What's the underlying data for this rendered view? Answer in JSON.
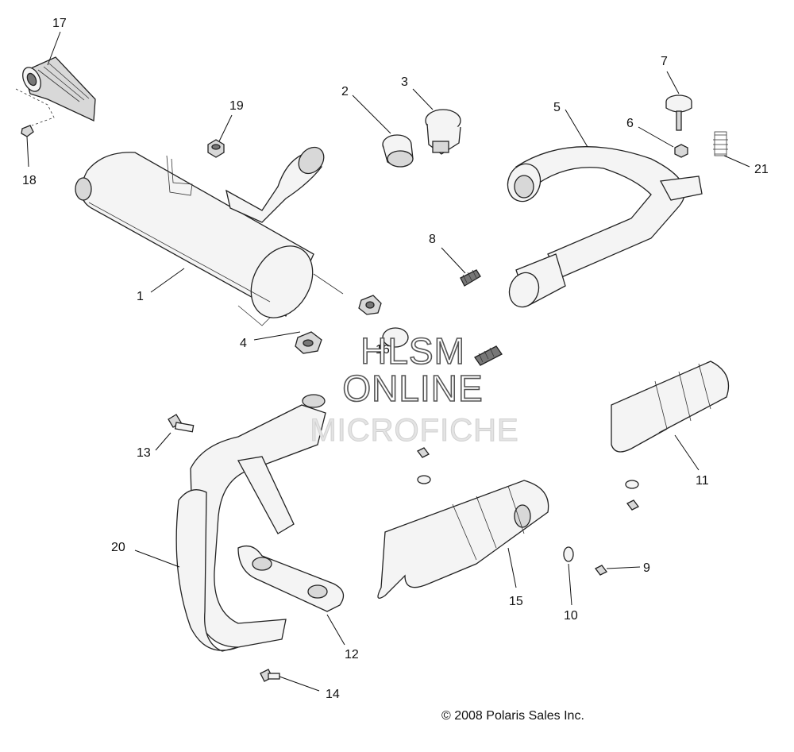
{
  "callouts": [
    {
      "id": "17",
      "label": "17"
    },
    {
      "id": "18",
      "label": "18"
    },
    {
      "id": "19",
      "label": "19"
    },
    {
      "id": "1",
      "label": "1"
    },
    {
      "id": "2",
      "label": "2"
    },
    {
      "id": "3",
      "label": "3"
    },
    {
      "id": "4",
      "label": "4"
    },
    {
      "id": "5",
      "label": "5"
    },
    {
      "id": "6",
      "label": "6"
    },
    {
      "id": "7",
      "label": "7"
    },
    {
      "id": "8",
      "label": "8"
    },
    {
      "id": "16",
      "label": "16"
    },
    {
      "id": "21",
      "label": "21"
    },
    {
      "id": "11",
      "label": "11"
    },
    {
      "id": "13",
      "label": "13"
    },
    {
      "id": "20",
      "label": "20"
    },
    {
      "id": "12",
      "label": "12"
    },
    {
      "id": "14",
      "label": "14"
    },
    {
      "id": "15",
      "label": "15"
    },
    {
      "id": "10",
      "label": "10"
    },
    {
      "id": "9",
      "label": "9"
    }
  ],
  "watermark": {
    "line1": "HLSM",
    "line2": "ONLINE",
    "line3": "MICROFICHE"
  },
  "copyright": "© 2008 Polaris Sales Inc."
}
